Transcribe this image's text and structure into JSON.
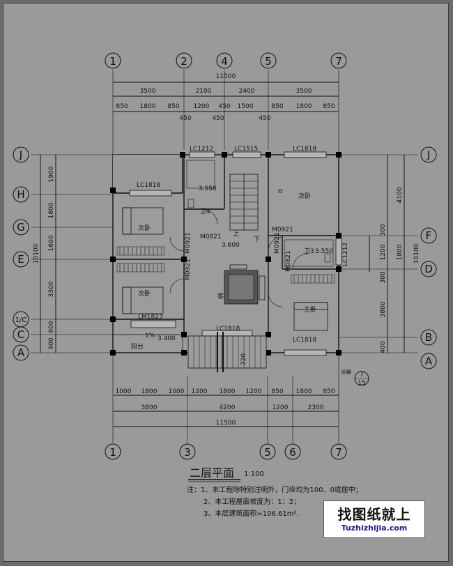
{
  "axes_top": [
    "1",
    "2",
    "4",
    "5",
    "7"
  ],
  "axes_bottom": [
    "1",
    "3",
    "5",
    "6",
    "7"
  ],
  "axes_left": [
    "J",
    "H",
    "G",
    "E",
    "1/C",
    "C",
    "A"
  ],
  "axes_right": [
    "J",
    "F",
    "D",
    "B",
    "A"
  ],
  "dims_top_total": "11500",
  "dims_top_mid": [
    "3500",
    "2100",
    "2400",
    "3500"
  ],
  "dims_top_detail": [
    "850",
    "1800",
    "850",
    "1200",
    "450",
    "1500",
    "850",
    "1800",
    "850"
  ],
  "dims_top_small": [
    "450",
    "450",
    "450"
  ],
  "dims_bottom_detail": [
    "1000",
    "1800",
    "1000",
    "1200",
    "1800",
    "1200",
    "850",
    "1800",
    "850"
  ],
  "dims_bottom_mid": [
    "3800",
    "4200",
    "1200",
    "2300"
  ],
  "dims_bottom_total": "11500",
  "dims_left": [
    "1900",
    "1800",
    "1600",
    "3300",
    "600",
    "900"
  ],
  "dims_left_total": "10100",
  "dims_right": [
    "4100",
    "300",
    "1200",
    "300",
    "3800",
    "400"
  ],
  "dims_right_mid": "1800",
  "dims_right_total": "10100",
  "room_labels": {
    "lc1212_top": "LC1212",
    "lc1515": "LC1515",
    "lc1818_top": "LC1818",
    "lc1818_left": "LC1818",
    "level_355_left": "3.550",
    "wc4": "卫4",
    "bed_left_top": "次卧",
    "bed_right_top": "次卧",
    "m0821_a": "M0821",
    "m0921_a": "M0921",
    "m0921_b": "M0921",
    "m0921_c": "M0921",
    "m0921_d": "M0921",
    "m0821_b": "M0821",
    "level_36": "3.600",
    "stair_up": "上",
    "stair_down": "下",
    "wc3": "卫3",
    "level_355_right": "3.550",
    "lc1212_right": "LC1212",
    "bed_left_bottom": "次卧",
    "hall": "客",
    "master_bed": "主卧",
    "lm1823": "LM1823",
    "slope": "1%",
    "level_34": "3.400",
    "balcony": "阳台",
    "lc1818_bottom": "LC1818",
    "lc1818_master": "LC1818",
    "canopy_width": "720",
    "canopy": "雨棚",
    "detail_num": "7",
    "detail_sheet": "15"
  },
  "title": "二层平面",
  "scale": "1:100",
  "notes": [
    "注：1、本工程除特别注明外，门垛均为100、0或居中；",
    "2、本工程屋面坡度为：1：2；",
    "3、本层建筑面积=106.61m²."
  ],
  "watermark": {
    "cn": "找图纸就上",
    "en": "Tuzhizhijia.com"
  }
}
